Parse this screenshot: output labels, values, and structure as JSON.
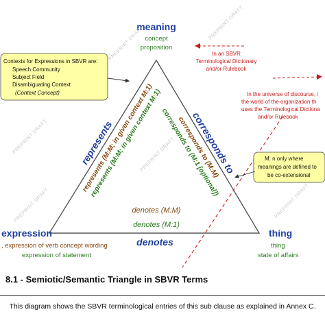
{
  "watermark": "PREPRINT DRAFT",
  "corners": {
    "meaning": {
      "title": "meaning",
      "lines": [
        "concept",
        "proposition"
      ]
    },
    "expression": {
      "title": "expression",
      "lines": [
        ", expression of verb concept wording",
        "expression of statement"
      ]
    },
    "thing": {
      "title": "thing",
      "lines": [
        "thing",
        "state of affairs"
      ]
    }
  },
  "edges": {
    "left": {
      "title": "represents",
      "line1": "represents (M:M; in given context M:1)",
      "line2": "represents (M:M; in given context M:1)"
    },
    "right": {
      "title": "corresponds to",
      "line1": "corresponds to (M:M)",
      "line2": "corresponds to (M:1 [optional])"
    },
    "bottom": {
      "title": "denotes",
      "line1": "denotes (M:M)",
      "line2": "denotes (M:1)"
    }
  },
  "callouts": {
    "contexts": {
      "lines": [
        "Contexts for Expressions in SBVR are:",
        "Speech Community",
        "Subject Field",
        "Disambiguating Context",
        "(Context Concept)"
      ]
    },
    "mn": {
      "lines": [
        "M: n only where",
        "meanings are defined to",
        "be co-extensional"
      ]
    }
  },
  "red_notes": {
    "dictionary": {
      "lines": [
        "In an SBVR",
        "Terminological Dictionary",
        "and/or Rulebook"
      ]
    },
    "universe": {
      "lines": [
        "In the universe of discourse, i",
        "the world of the organization th",
        "uses the Terminological Dictiona",
        "and/or Rulebook"
      ]
    }
  },
  "caption": "8.1 - Semiotic/Semantic Triangle in SBVR Terms",
  "footnote": "This diagram shows the SBVR terminological entries of this sub clause as explained in Annex C.",
  "colors": {
    "blue": "#1f3f9c",
    "green": "#2e7d22",
    "brown": "#8a4a12",
    "red": "#cc1b1b",
    "callout_fill": "#ffffa6"
  }
}
